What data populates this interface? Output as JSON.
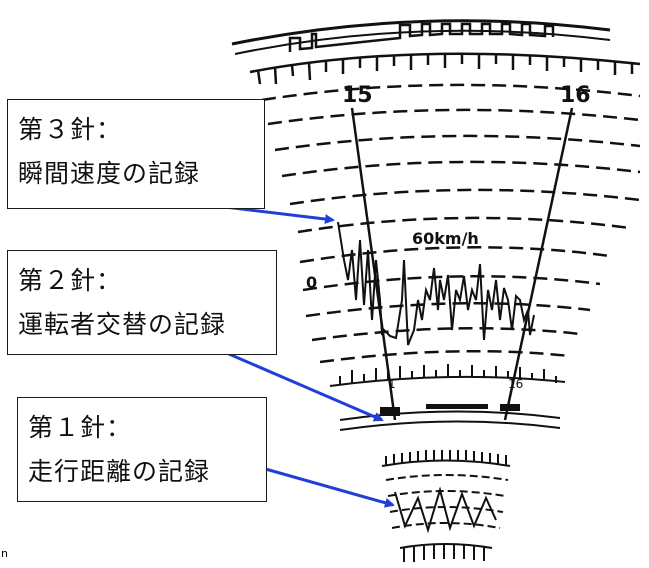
{
  "title": "",
  "scale": {
    "hour_left": "15",
    "hour_right": "16",
    "speed_label": "60km/h",
    "zero_label": "0",
    "small_left": "1",
    "small_right": "16"
  },
  "callouts": [
    {
      "id": "needle3",
      "line1": "第３針：",
      "line2": "瞬間速度の記録"
    },
    {
      "id": "needle2",
      "line1": "第２針：",
      "line2": "運転者交替の記録"
    },
    {
      "id": "needle1",
      "line1": "第１針：",
      "line2": "走行距離の記録"
    }
  ],
  "stray_glyph": "n",
  "colors": {
    "arrow": "#1f3fd8",
    "ink": "#111111",
    "box_border": "#1a1a1a",
    "background": "#ffffff"
  }
}
